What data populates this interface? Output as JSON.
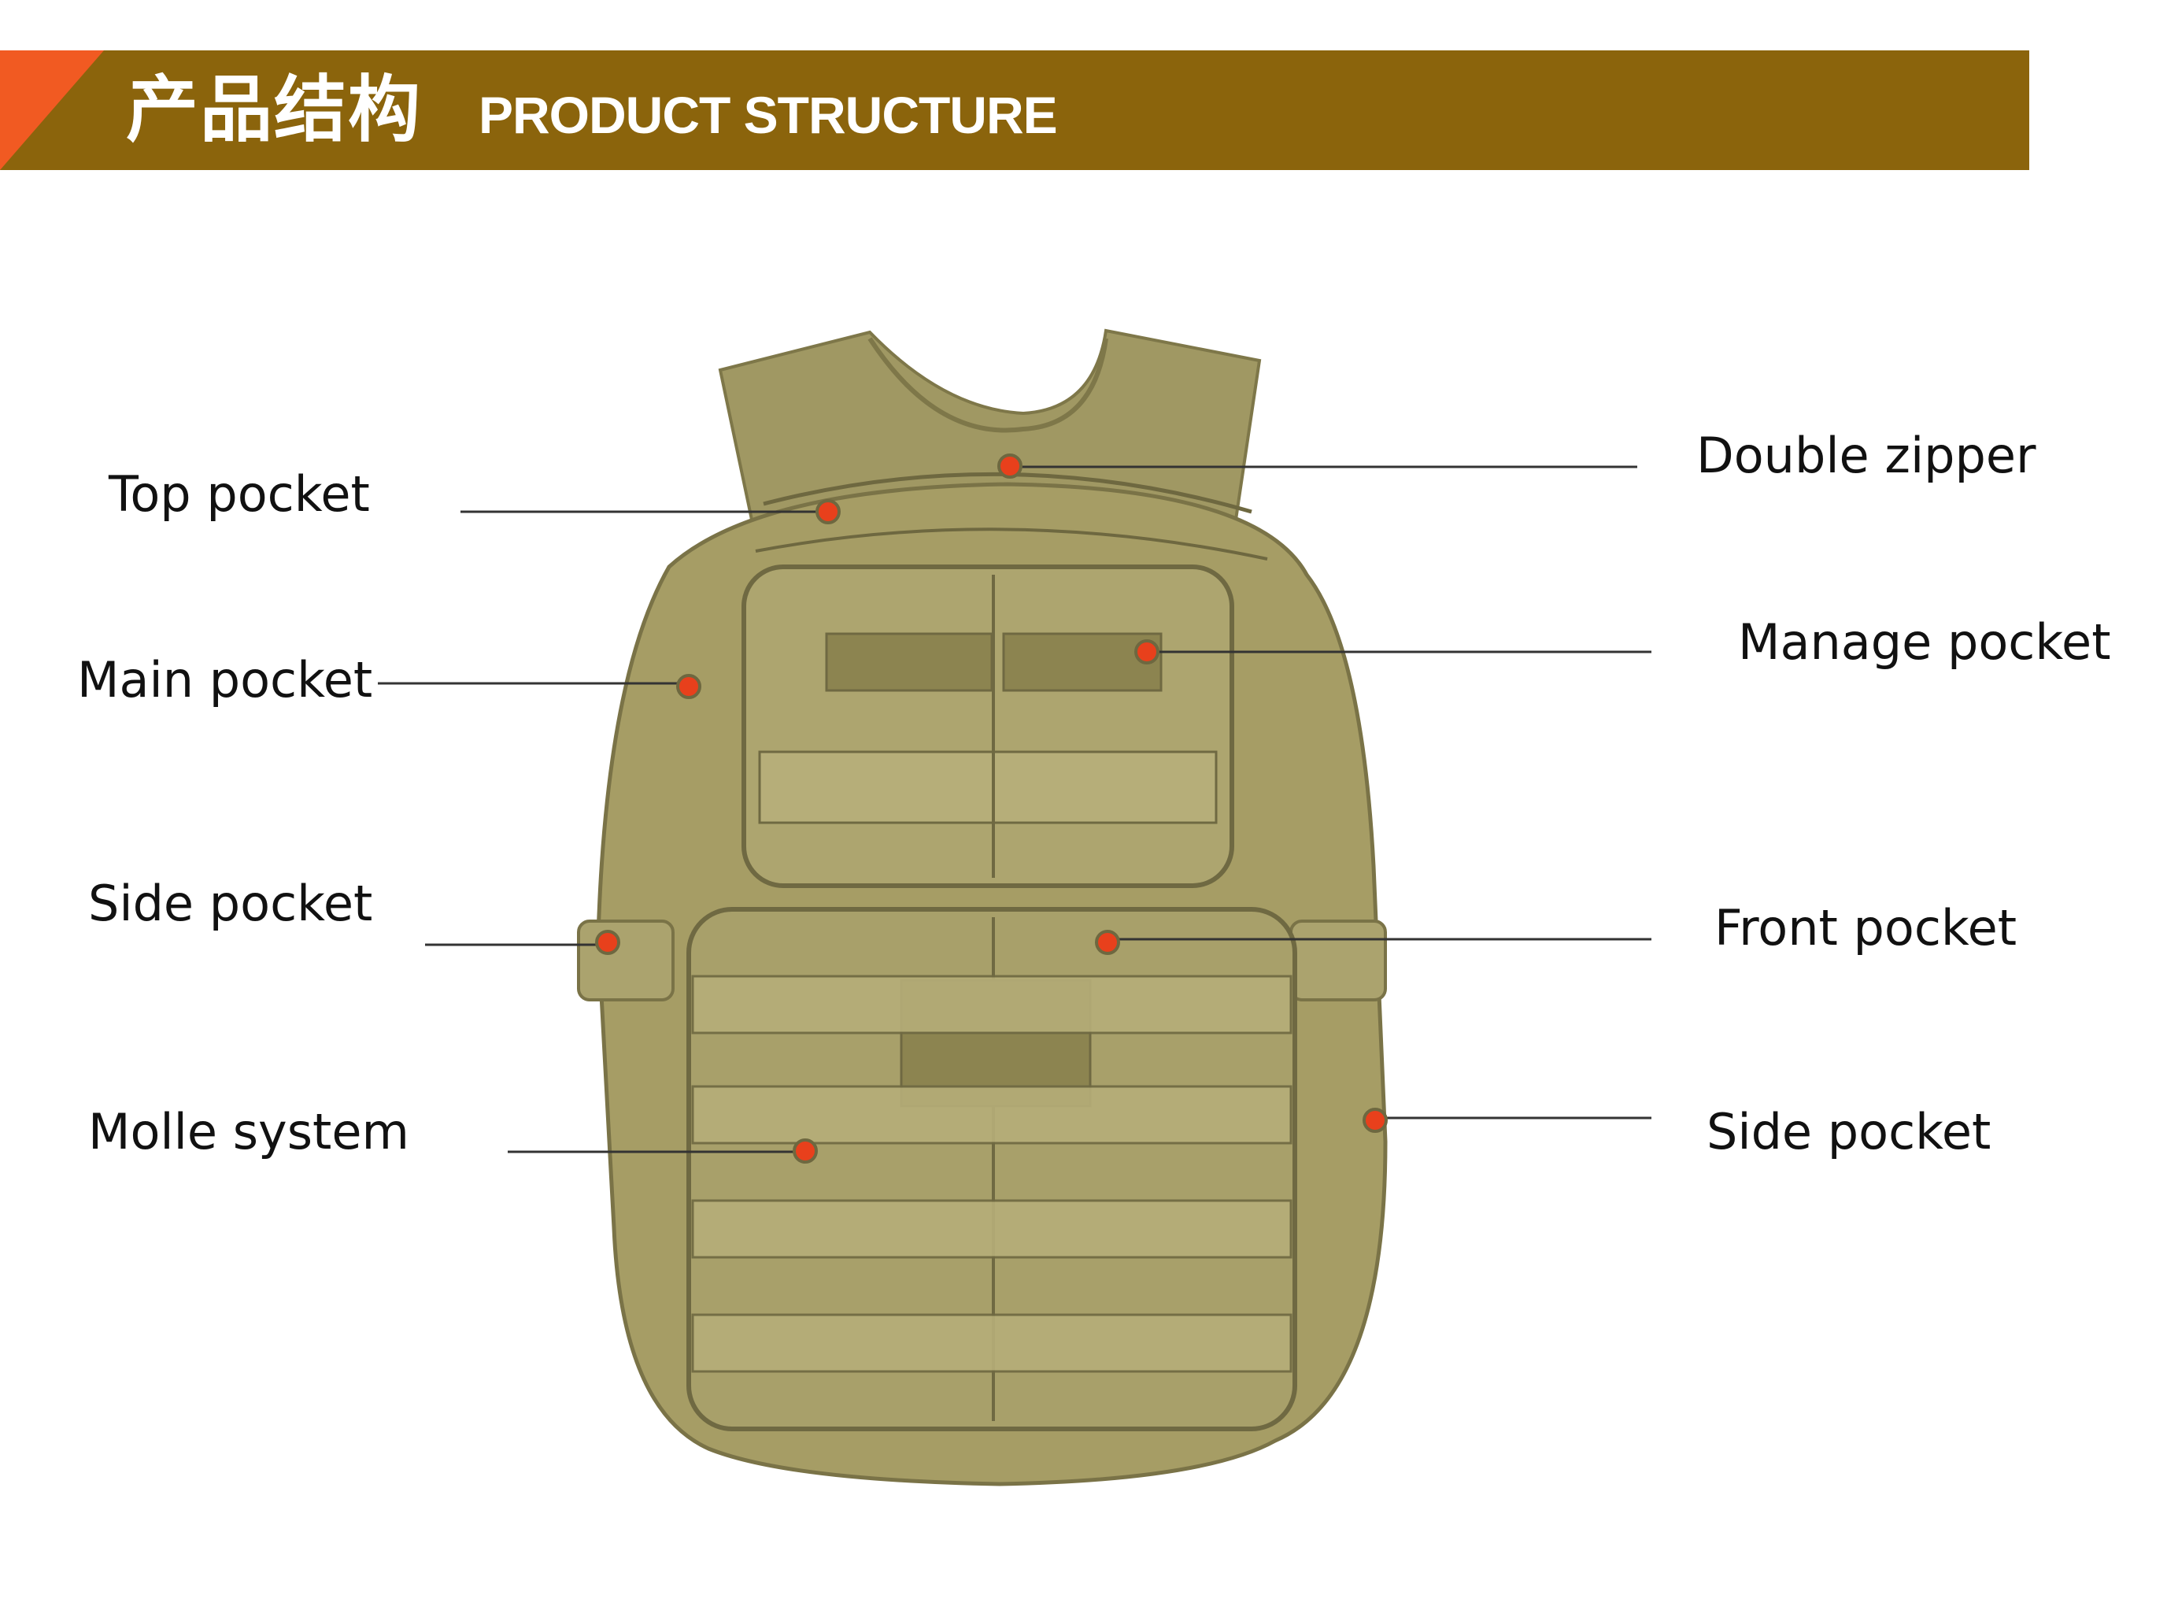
{
  "header": {
    "title_cn": "产品结构",
    "title_en": "PRODUCT STRUCTURE",
    "bar_color": "#8B640C",
    "accent_color": "#F15A22"
  },
  "product": {
    "image_subject": "backpack-illustration",
    "body_color": "#A39A62",
    "marker_color": "#E8401C"
  },
  "callouts": [
    {
      "id": "top-pocket",
      "label": "Top pocket"
    },
    {
      "id": "main-pocket",
      "label": "Main pocket"
    },
    {
      "id": "side-pocket-left",
      "label": "Side pocket"
    },
    {
      "id": "molle-system",
      "label": "Molle system"
    },
    {
      "id": "double-zipper",
      "label": "Double zipper"
    },
    {
      "id": "manage-pocket",
      "label": "Manage pocket"
    },
    {
      "id": "front-pocket",
      "label": "Front pocket"
    },
    {
      "id": "side-pocket-right",
      "label": "Side pocket"
    }
  ]
}
